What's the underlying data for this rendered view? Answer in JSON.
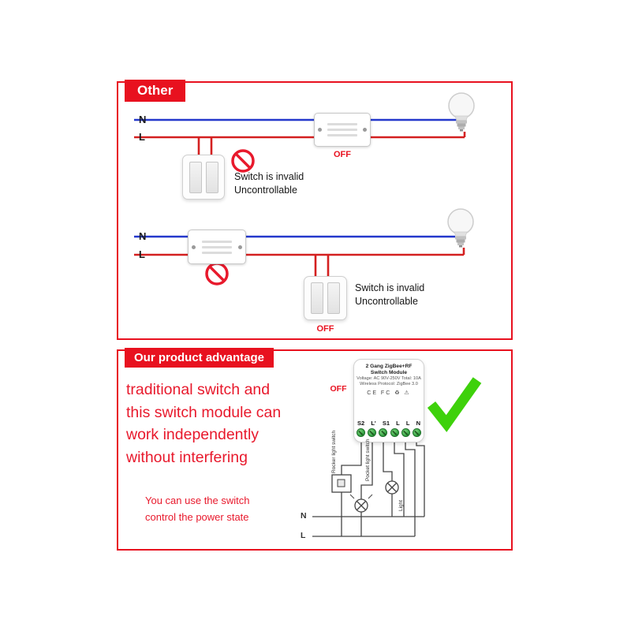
{
  "colors": {
    "accent_red": "#e8111f",
    "wire_red": "#d42020",
    "wire_blue": "#2438cc",
    "check_green": "#3ed10b",
    "terminal_green": "#2f9e3f"
  },
  "other": {
    "title": "Other",
    "d1": {
      "n": "N",
      "l": "L",
      "off": "OFF",
      "invalid1": "Switch is invalid",
      "invalid2": "Uncontrollable"
    },
    "d2": {
      "n": "N",
      "l": "L",
      "off": "OFF",
      "invalid1": "Switch is invalid",
      "invalid2": "Uncontrollable"
    }
  },
  "advantage": {
    "title": "Our product advantage",
    "headline": [
      "traditional switch and",
      "this switch module can",
      "work independently",
      "without interfering"
    ],
    "subtext": [
      "You can use the switch",
      "control the power state"
    ],
    "off": "OFF",
    "module": {
      "title": "2 Gang ZigBee+RF Switch Module",
      "spec1": "Voltage: AC 90V-250V  Total: 10A",
      "spec2": "Wireless Protocol: ZigBee 3.0",
      "cert_icons": "CE FC ♻ ⚠",
      "terminals": [
        "S2",
        "L'",
        "S1",
        "L",
        "L",
        "N"
      ]
    },
    "wiring": {
      "rocker": "Rocker light switch",
      "pocket": "Pocket light switch",
      "light": "Light",
      "n": "N",
      "l": "L"
    }
  }
}
